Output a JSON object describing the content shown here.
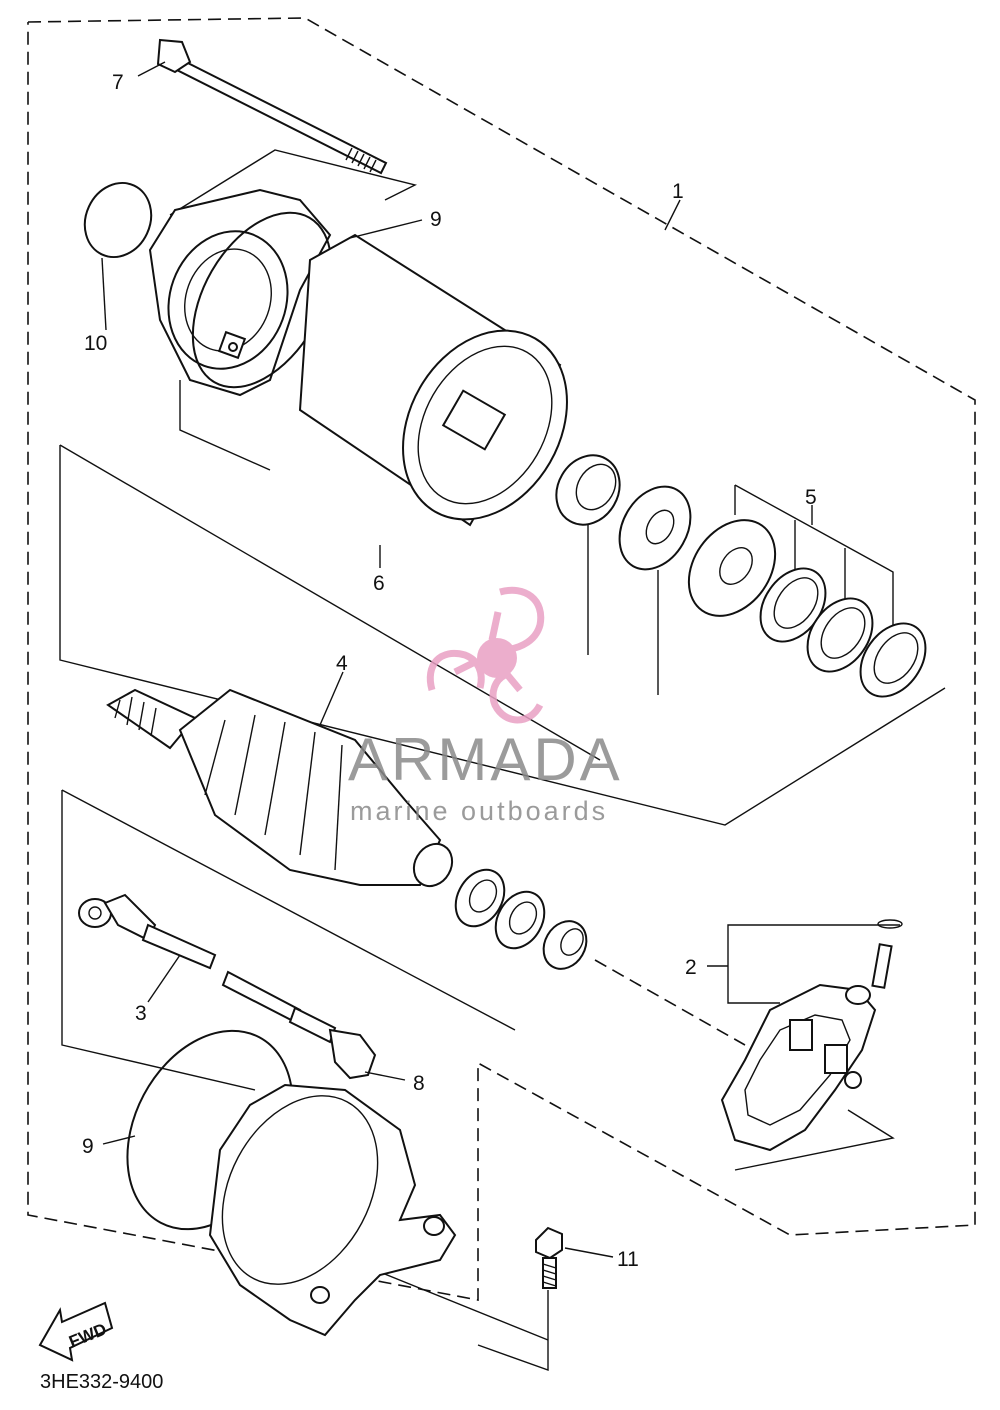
{
  "diagram": {
    "drawing_code": "3HE332-9400",
    "forward_arrow_label": "FWD",
    "callouts": {
      "c1": "1",
      "c2": "2",
      "c3": "3",
      "c4": "4",
      "c5": "5",
      "c6": "6",
      "c7": "7",
      "c8": "8",
      "c9a": "9",
      "c9b": "9",
      "c10": "10",
      "c11": "11"
    }
  },
  "watermark": {
    "brand": "ARMADA",
    "tagline": "marine outboards",
    "colors": {
      "logo": "#e9a0c4",
      "text": "#8a8a8a"
    }
  }
}
